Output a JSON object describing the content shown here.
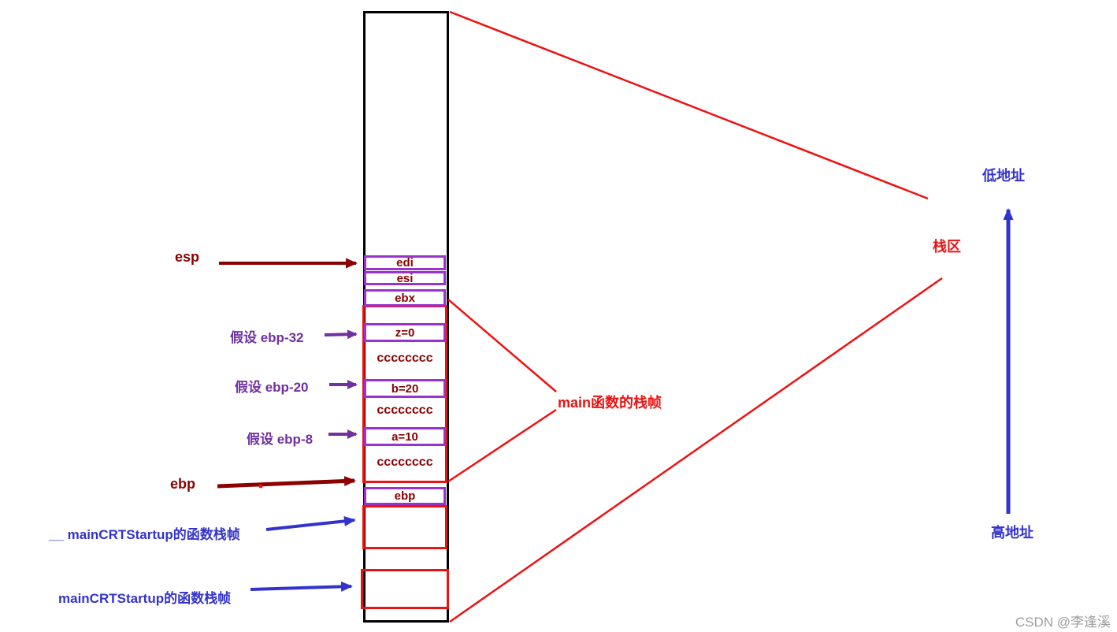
{
  "registers": {
    "esp": "esp",
    "ebp": "ebp"
  },
  "left_annotations": {
    "ebp32": "假设 ebp-32",
    "ebp20": "假设 ebp-20",
    "ebp8": "假设 ebp-8",
    "crt_frame_inner": "__ mainCRTStartup的函数栈帧",
    "crt_frame_outer": "mainCRTStartup的函数栈帧"
  },
  "stack_cells": [
    {
      "label": "edi"
    },
    {
      "label": "esi"
    },
    {
      "label": "ebx"
    },
    {
      "label": "z=0"
    },
    {
      "label": "cccccccc"
    },
    {
      "label": "b=20"
    },
    {
      "label": "cccccccc"
    },
    {
      "label": "a=10"
    },
    {
      "label": "cccccccc"
    },
    {
      "label": "ebp"
    }
  ],
  "right_annotations": {
    "main_frame": "main函数的栈帧",
    "stack_region": "栈区",
    "low_address": "低地址",
    "high_address": "高地址"
  },
  "watermark": "CSDN @李逢溪",
  "colors": {
    "maroon": "#8b0000",
    "purple": "#9933cc",
    "purple_text": "#7030a0",
    "red": "#ee1111",
    "blue": "#3333cc",
    "black": "#000000",
    "gray": "#9e9e9e"
  }
}
